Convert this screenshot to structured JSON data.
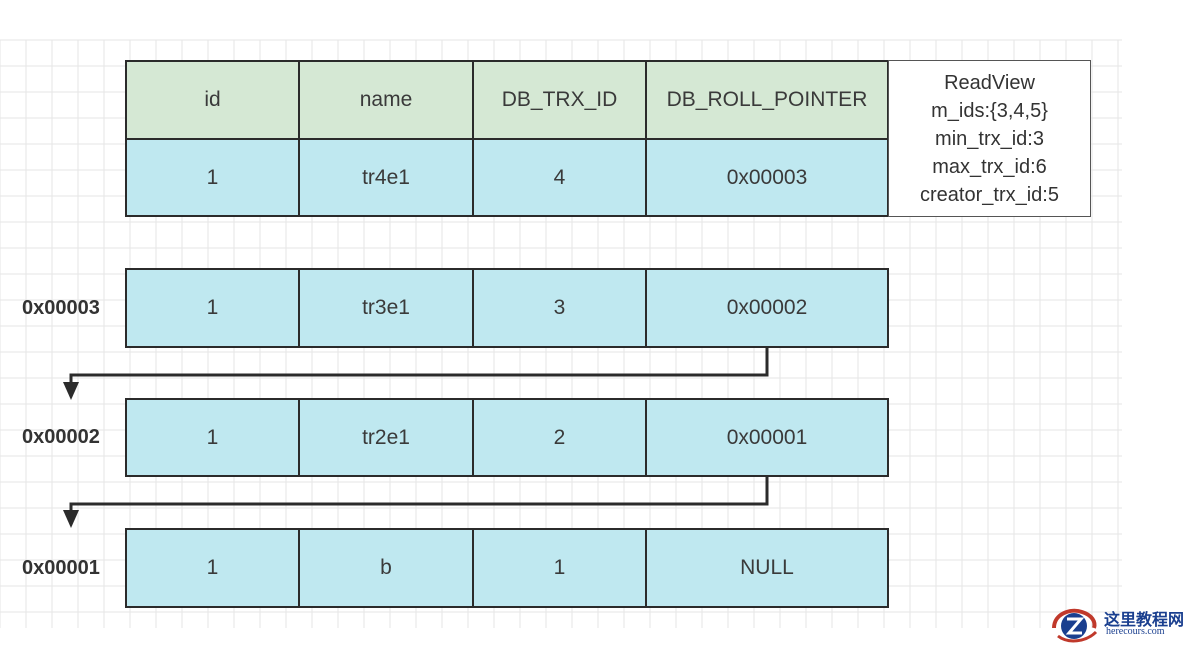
{
  "header": [
    "id",
    "name",
    "DB_TRX_ID",
    "DB_ROLL_POINTER"
  ],
  "current_row": [
    "1",
    "tr4e1",
    "4",
    "0x00003"
  ],
  "read_view": {
    "title": "ReadView",
    "lines": [
      "m_ids:{3,4,5}",
      "min_trx_id:3",
      "max_trx_id:6",
      "creator_trx_id:5"
    ]
  },
  "undo_log": [
    {
      "address": "0x00003",
      "cells": [
        "1",
        "tr3e1",
        "3",
        "0x00002"
      ]
    },
    {
      "address": "0x00002",
      "cells": [
        "1",
        "tr2e1",
        "2",
        "0x00001"
      ]
    },
    {
      "address": "0x00001",
      "cells": [
        "1",
        "b",
        "1",
        "NULL"
      ]
    }
  ],
  "watermark": {
    "title": "这里教程网",
    "url": "herecours.com"
  },
  "colors": {
    "header_fill": "#d5e8d4",
    "data_fill": "#bfe8f0",
    "border": "#2b2b2b",
    "grid": "#e6e6e6",
    "logo_blue": "#1a3f8f",
    "logo_red": "#c0392b"
  }
}
